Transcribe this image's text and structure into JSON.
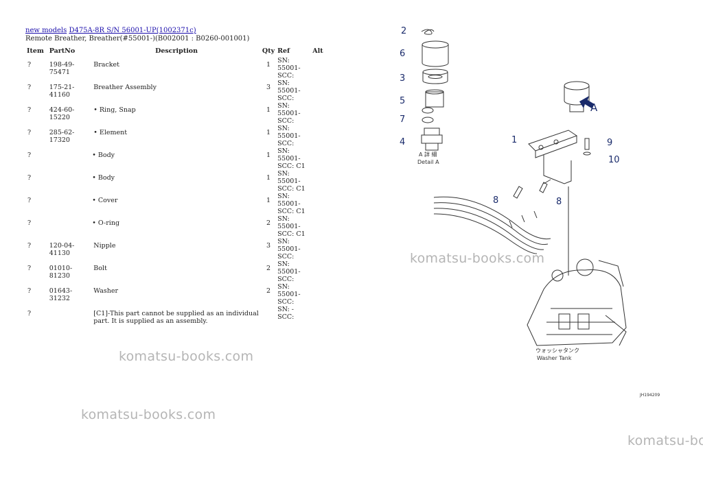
{
  "breadcrumb": {
    "link1": "new models",
    "link2": "D475A-8R S/N 56001-UP(1002371c)"
  },
  "subtitle": "Remote Breather, Breather(#55001-)(B002001 : B0260-001001)",
  "table": {
    "headers": {
      "item": "Item",
      "partno": "PartNo",
      "description": "Description",
      "qty": "Qty",
      "ref": "Ref",
      "alt": "Alt"
    },
    "rows": [
      {
        "item": "?",
        "partno": "198-49-75471",
        "description": "Bracket",
        "qty": "1",
        "ref1": "SN: 55001-",
        "ref2": "SCC:"
      },
      {
        "item": "?",
        "partno": "175-21-41160",
        "description": "Breather Assembly",
        "qty": "3",
        "ref1": "SN: 55001-",
        "ref2": "SCC:"
      },
      {
        "item": "?",
        "partno": "424-60-15220",
        "description": "• Ring, Snap",
        "qty": "1",
        "ref1": "SN: 55001-",
        "ref2": "SCC:"
      },
      {
        "item": "?",
        "partno": "285-62-17320",
        "description": "• Element",
        "qty": "1",
        "ref1": "SN: 55001-",
        "ref2": "SCC:"
      },
      {
        "item": "?",
        "partno": "",
        "description": "• Body",
        "qty": "1",
        "ref1": "SN: 55001-",
        "ref2": "SCC: C1"
      },
      {
        "item": "?",
        "partno": "",
        "description": "• Body",
        "qty": "1",
        "ref1": "SN: 55001-",
        "ref2": "SCC: C1"
      },
      {
        "item": "?",
        "partno": "",
        "description": "• Cover",
        "qty": "1",
        "ref1": "SN: 55001-",
        "ref2": "SCC: C1"
      },
      {
        "item": "?",
        "partno": "",
        "description": "• O-ring",
        "qty": "2",
        "ref1": "SN: 55001-",
        "ref2": "SCC: C1"
      },
      {
        "item": "?",
        "partno": "120-04-41130",
        "description": "Nipple",
        "qty": "3",
        "ref1": "SN: 55001-",
        "ref2": "SCC:"
      },
      {
        "item": "?",
        "partno": "01010-81230",
        "description": "Bolt",
        "qty": "2",
        "ref1": "SN: 55001-",
        "ref2": "SCC:"
      },
      {
        "item": "?",
        "partno": "01643-31232",
        "description": "Washer",
        "qty": "2",
        "ref1": "SN: 55001-",
        "ref2": "SCC:"
      },
      {
        "item": "?",
        "partno": "",
        "description": "[C1]-This part cannot be supplied as an individual part. It is supplied as an assembly.",
        "qty": "",
        "ref1": "SN: -",
        "ref2": "SCC:"
      }
    ]
  },
  "watermark_text": "komatsu-books.com",
  "diagram": {
    "callouts": [
      "2",
      "6",
      "3",
      "5",
      "7",
      "4",
      "1",
      "9",
      "10",
      "8",
      "8",
      "A"
    ],
    "detail_label_jp": "A 詳 細",
    "detail_label": "Detail A",
    "tank_label_jp": "ウォッシャタンク",
    "tank_label": "Washer Tank",
    "figure_code": "JH194209"
  }
}
